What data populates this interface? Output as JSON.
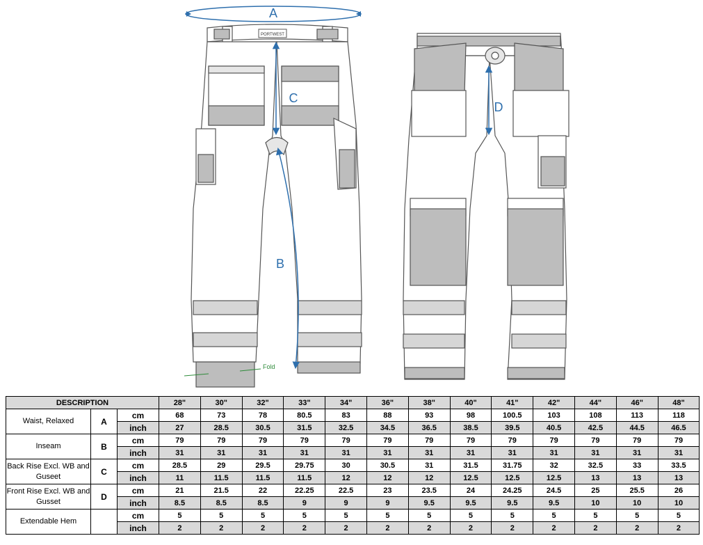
{
  "diagram": {
    "labels": {
      "a": "A",
      "b": "B",
      "c": "C",
      "d": "D",
      "fold": "Fold"
    },
    "brand": "PORTWEST",
    "colors": {
      "arrow": "#2e6fad",
      "fold_line": "#2e8b3a",
      "outline": "#555555",
      "panel": "#bdbdbd",
      "reflective": "#d6d6d6"
    }
  },
  "table": {
    "header": "DESCRIPTION",
    "sizes": [
      "28\"",
      "30\"",
      "32\"",
      "33\"",
      "34\"",
      "36\"",
      "38\"",
      "40\"",
      "41\"",
      "42\"",
      "44\"",
      "46\"",
      "48\""
    ],
    "rows": [
      {
        "description": "Waist, Relaxed",
        "letter": "A",
        "cm": [
          "68",
          "73",
          "78",
          "80.5",
          "83",
          "88",
          "93",
          "98",
          "100.5",
          "103",
          "108",
          "113",
          "118"
        ],
        "inch": [
          "27",
          "28.5",
          "30.5",
          "31.5",
          "32.5",
          "34.5",
          "36.5",
          "38.5",
          "39.5",
          "40.5",
          "42.5",
          "44.5",
          "46.5"
        ]
      },
      {
        "description": "Inseam",
        "letter": "B",
        "cm": [
          "79",
          "79",
          "79",
          "79",
          "79",
          "79",
          "79",
          "79",
          "79",
          "79",
          "79",
          "79",
          "79"
        ],
        "inch": [
          "31",
          "31",
          "31",
          "31",
          "31",
          "31",
          "31",
          "31",
          "31",
          "31",
          "31",
          "31",
          "31"
        ]
      },
      {
        "description": "Back Rise Excl. WB and Guseet",
        "letter": "C",
        "cm": [
          "28.5",
          "29",
          "29.5",
          "29.75",
          "30",
          "30.5",
          "31",
          "31.5",
          "31.75",
          "32",
          "32.5",
          "33",
          "33.5"
        ],
        "inch": [
          "11",
          "11.5",
          "11.5",
          "11.5",
          "12",
          "12",
          "12",
          "12.5",
          "12.5",
          "12.5",
          "13",
          "13",
          "13"
        ]
      },
      {
        "description": "Front Rise Excl. WB and Gusset",
        "letter": "D",
        "cm": [
          "21",
          "21.5",
          "22",
          "22.25",
          "22.5",
          "23",
          "23.5",
          "24",
          "24.25",
          "24.5",
          "25",
          "25.5",
          "26"
        ],
        "inch": [
          "8.5",
          "8.5",
          "8.5",
          "9",
          "9",
          "9",
          "9.5",
          "9.5",
          "9.5",
          "9.5",
          "10",
          "10",
          "10"
        ]
      },
      {
        "description": "Extendable Hem",
        "letter": "",
        "cm": [
          "5",
          "5",
          "5",
          "5",
          "5",
          "5",
          "5",
          "5",
          "5",
          "5",
          "5",
          "5",
          "5"
        ],
        "inch": [
          "2",
          "2",
          "2",
          "2",
          "2",
          "2",
          "2",
          "2",
          "2",
          "2",
          "2",
          "2",
          "2"
        ]
      }
    ],
    "units": {
      "cm": "cm",
      "inch": "inch"
    }
  }
}
